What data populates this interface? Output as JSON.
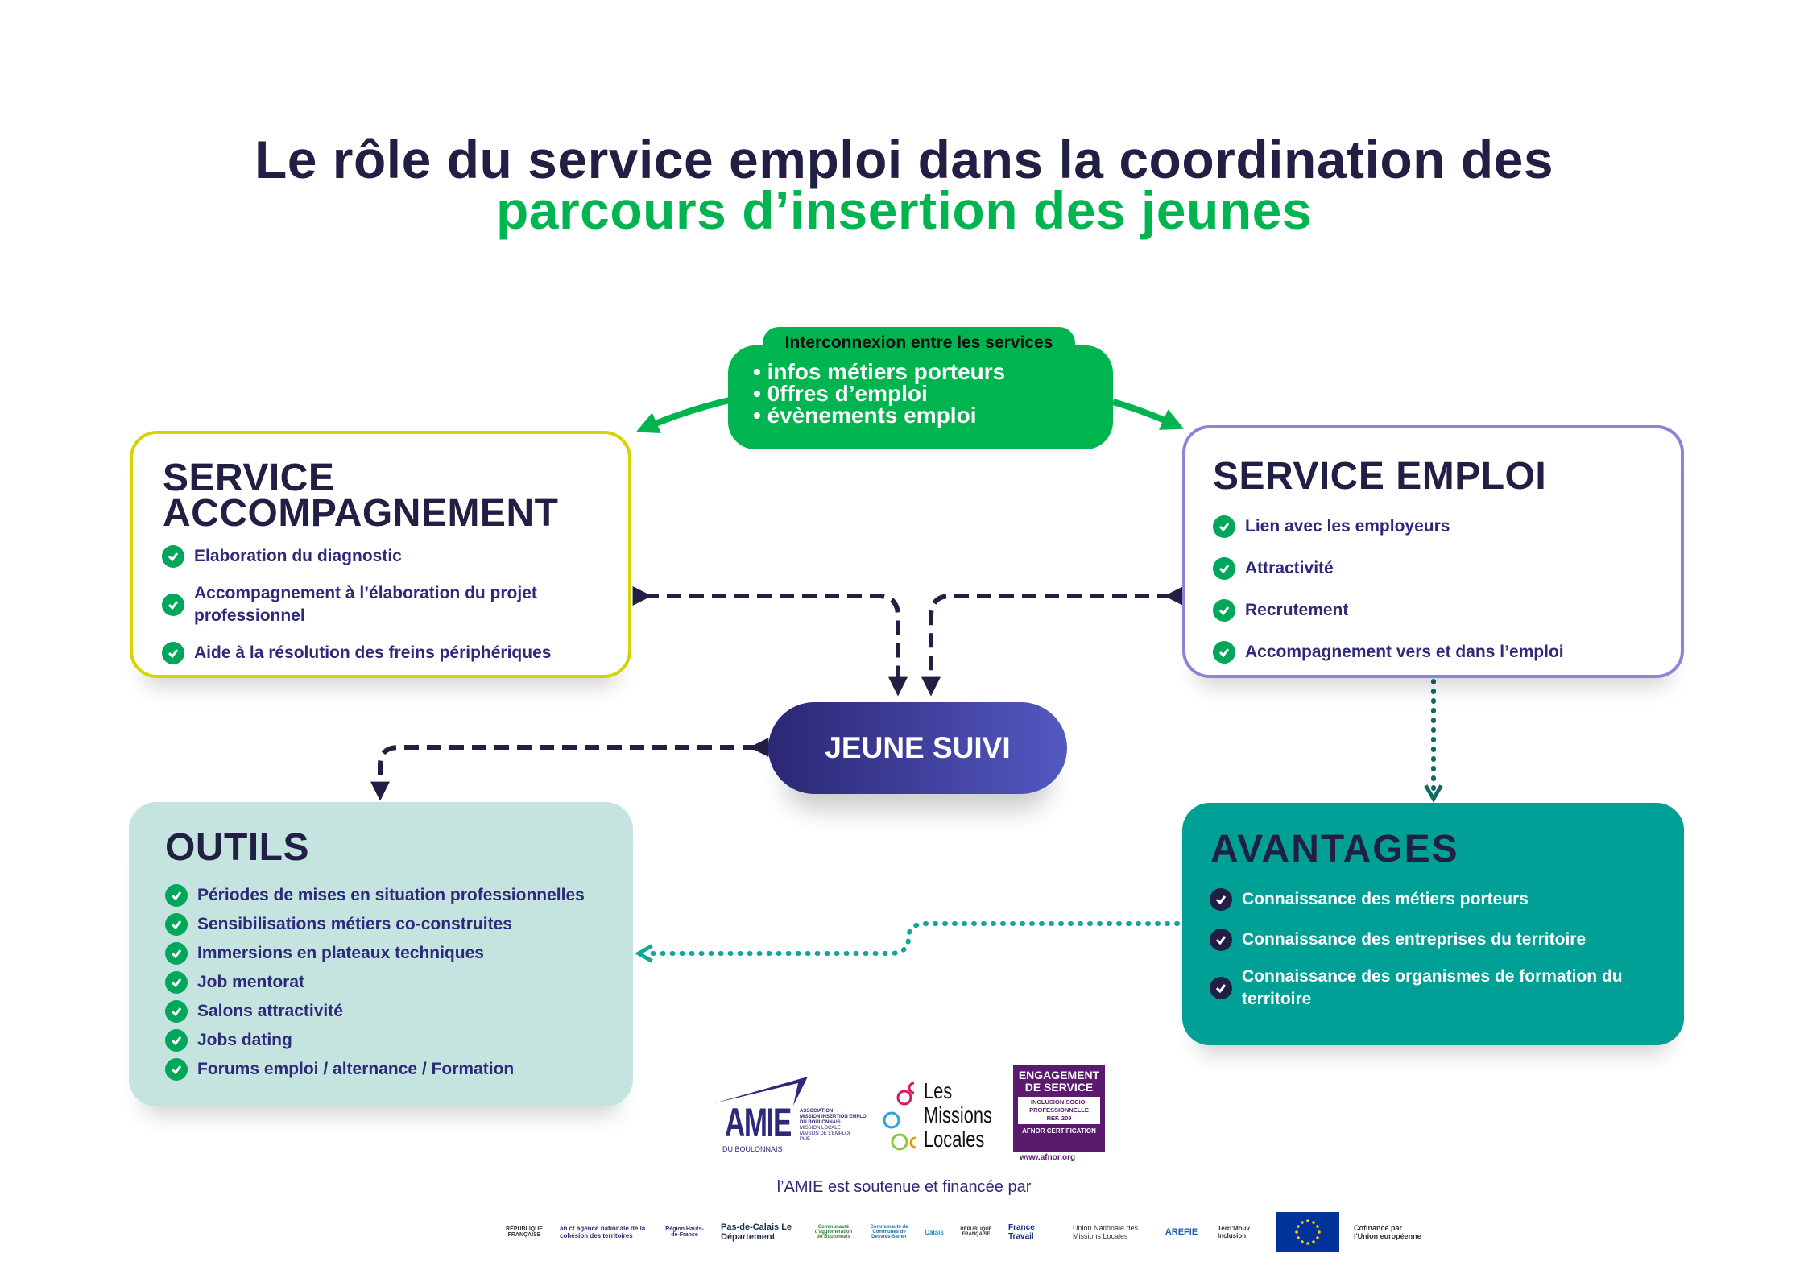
{
  "title": {
    "line1": "Le rôle du service emploi dans la coordination des",
    "line2": "parcours d’insertion des jeunes"
  },
  "interconnexion": {
    "label": "Interconnexion entre les services",
    "items": [
      "infos métiers porteurs",
      "0ffres d’emploi",
      "évènements emploi"
    ]
  },
  "accompagnement": {
    "title_line1": "SERVICE",
    "title_line2": "ACCOMPAGNEMENT",
    "items": [
      "Elaboration du diagnostic",
      "Accompagnement à l’élaboration du projet professionnel",
      "Aide à la résolution des freins périphériques"
    ]
  },
  "emploi": {
    "title": "SERVICE EMPLOI",
    "items": [
      "Lien avec les employeurs",
      "Attractivité",
      "Recrutement",
      "Accompagnement vers et dans l’emploi"
    ]
  },
  "jeune": {
    "label": "JEUNE SUIVI"
  },
  "outils": {
    "title": "OUTILS",
    "items": [
      "Périodes de mises en situation professionnelles",
      "Sensibilisations métiers co-construites",
      "Immersions en plateaux techniques",
      "Job mentorat",
      "Salons attractivité",
      "Jobs dating",
      "Forums emploi / alternance / Formation"
    ]
  },
  "avantages": {
    "title": "AVANTAGES",
    "items": [
      "Connaissance des métiers porteurs",
      "Connaissance des entreprises du territoire",
      "Connaissance des organismes de formation du territoire"
    ]
  },
  "logos": {
    "amie": {
      "name": "AMIE",
      "sub": "DU BOULONNAIS",
      "desc1": "ASSOCIATION",
      "desc2": "MISSION INSERTION EMPLOI",
      "desc3": "DU BOULONNAIS",
      "desc4": "MISSION LOCALE",
      "desc5": "MAISON DE L'EMPLOI",
      "desc6": "PLIE"
    },
    "missions": {
      "l1": "Les",
      "l2": "Missions",
      "l3": "Locales"
    },
    "afnor": {
      "l1": "ENGAGEMENT",
      "l2": "DE SERVICE",
      "l3": "INCLUSION SOCIO-",
      "l4": "PROFESSIONNELLE",
      "l5": "REF. 209",
      "l6": "AFNOR CERTIFICATION",
      "url": "www.afnor.org"
    }
  },
  "funded_by": "l’AMIE est soutenue et financée par",
  "funders": [
    "RÉPUBLIQUE FRANÇAISE",
    "an ct agence nationale de la cohésion des territoires",
    "Région Hauts-de-France",
    "Pas-de-Calais Le Département",
    "Communauté d'agglomération du Boulonnais",
    "Communauté de Communes de Desvres-Samer",
    "Calais",
    "RÉPUBLIQUE FRANÇAISE",
    "France Travail",
    "Union Nationale des Missions Locales",
    "AREFIE",
    "Terri'Mouv Inclusion",
    "Cofinancé par l'Union européenne"
  ],
  "colors": {
    "navy": "#221f44",
    "green": "#00b54f",
    "teal": "#00a096",
    "mint": "#c5e3df",
    "yellow": "#d4d400",
    "lavender": "#8a86d6"
  }
}
